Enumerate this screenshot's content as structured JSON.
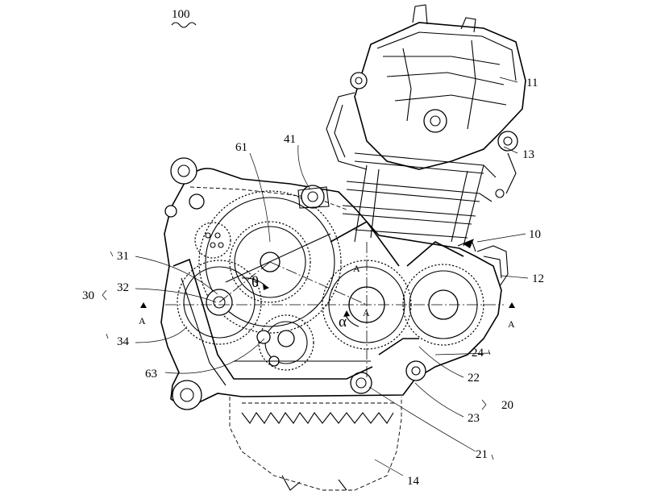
{
  "figure": {
    "assembly_ref": "100",
    "reference_numerals": {
      "r11": "11",
      "r13": "13",
      "r41": "41",
      "r61": "61",
      "r10": "10",
      "r12": "12",
      "r31": "31",
      "r32": "32",
      "r30": "30",
      "r34": "34",
      "r63": "63",
      "r24": "24",
      "r22": "22",
      "r20": "20",
      "r23": "23",
      "r21": "21",
      "r14": "14"
    },
    "section_marks": {
      "left_a": "A",
      "right_a": "A",
      "top_a": "A",
      "center_a": "A"
    },
    "angle_symbols": {
      "theta": "θ",
      "alpha": "α"
    }
  }
}
